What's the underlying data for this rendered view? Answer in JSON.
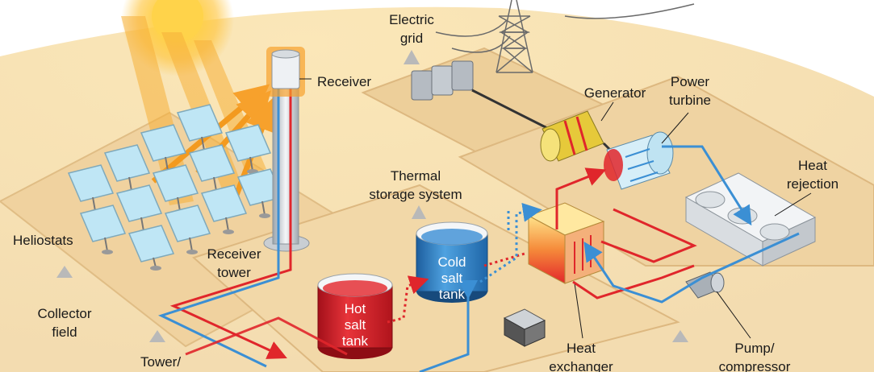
{
  "labels": {
    "electric_grid": [
      "Electric",
      "grid"
    ],
    "receiver": "Receiver",
    "generator": "Generator",
    "power_turbine": [
      "Power",
      "turbine"
    ],
    "heat_rejection": [
      "Heat",
      "rejection"
    ],
    "thermal_storage": [
      "Thermal",
      "storage system"
    ],
    "heliostats": "Heliostats",
    "receiver_tower": [
      "Receiver",
      "tower"
    ],
    "cold_salt_tank": [
      "Cold",
      "salt",
      "tank"
    ],
    "hot_salt_tank": [
      "Hot",
      "salt",
      "tank"
    ],
    "collector_field": [
      "Collector",
      "field"
    ],
    "tower_partial": "Tower/",
    "heat_exchanger": [
      "Heat",
      "exchanger"
    ],
    "pump_compressor": [
      "Pump/",
      "compressor"
    ]
  },
  "colors": {
    "ground": "#f3dcb0",
    "ground_edge": "#e4c48e",
    "sun": "#ffc233",
    "sunlight": "#f7a12c",
    "hot_flow": "#e0262b",
    "cold_flow": "#3b8fd4",
    "mirror": "#bfe6f5",
    "hot_tank": "#d81e24",
    "cold_tank": "#2f7fc8",
    "label_text": "#1a1a1a",
    "tank_text": "#ffffff"
  }
}
